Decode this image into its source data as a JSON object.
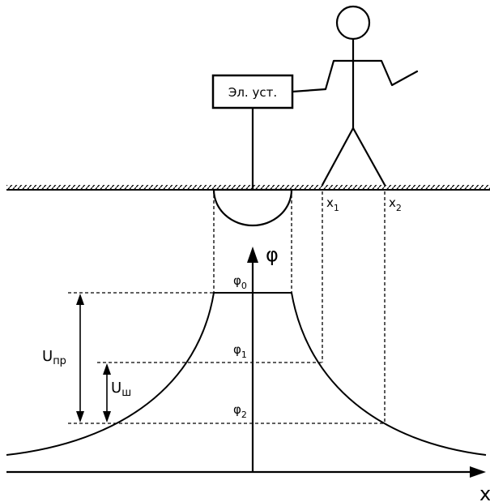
{
  "device_box": {
    "label": "Эл. уст."
  },
  "axes": {
    "x_label": "x",
    "phi_label": "φ"
  },
  "ground_points": [
    {
      "base": "x",
      "sub": "1"
    },
    {
      "base": "x",
      "sub": "2"
    }
  ],
  "potential_levels": [
    {
      "base": "φ",
      "sub": "0"
    },
    {
      "base": "φ",
      "sub": "1"
    },
    {
      "base": "φ",
      "sub": "2"
    }
  ],
  "voltages": {
    "touch": {
      "base": "U",
      "sub": "пр"
    },
    "step": {
      "base": "U",
      "sub": "ш"
    }
  },
  "colors": {
    "line": "#000000",
    "background": "#ffffff"
  }
}
